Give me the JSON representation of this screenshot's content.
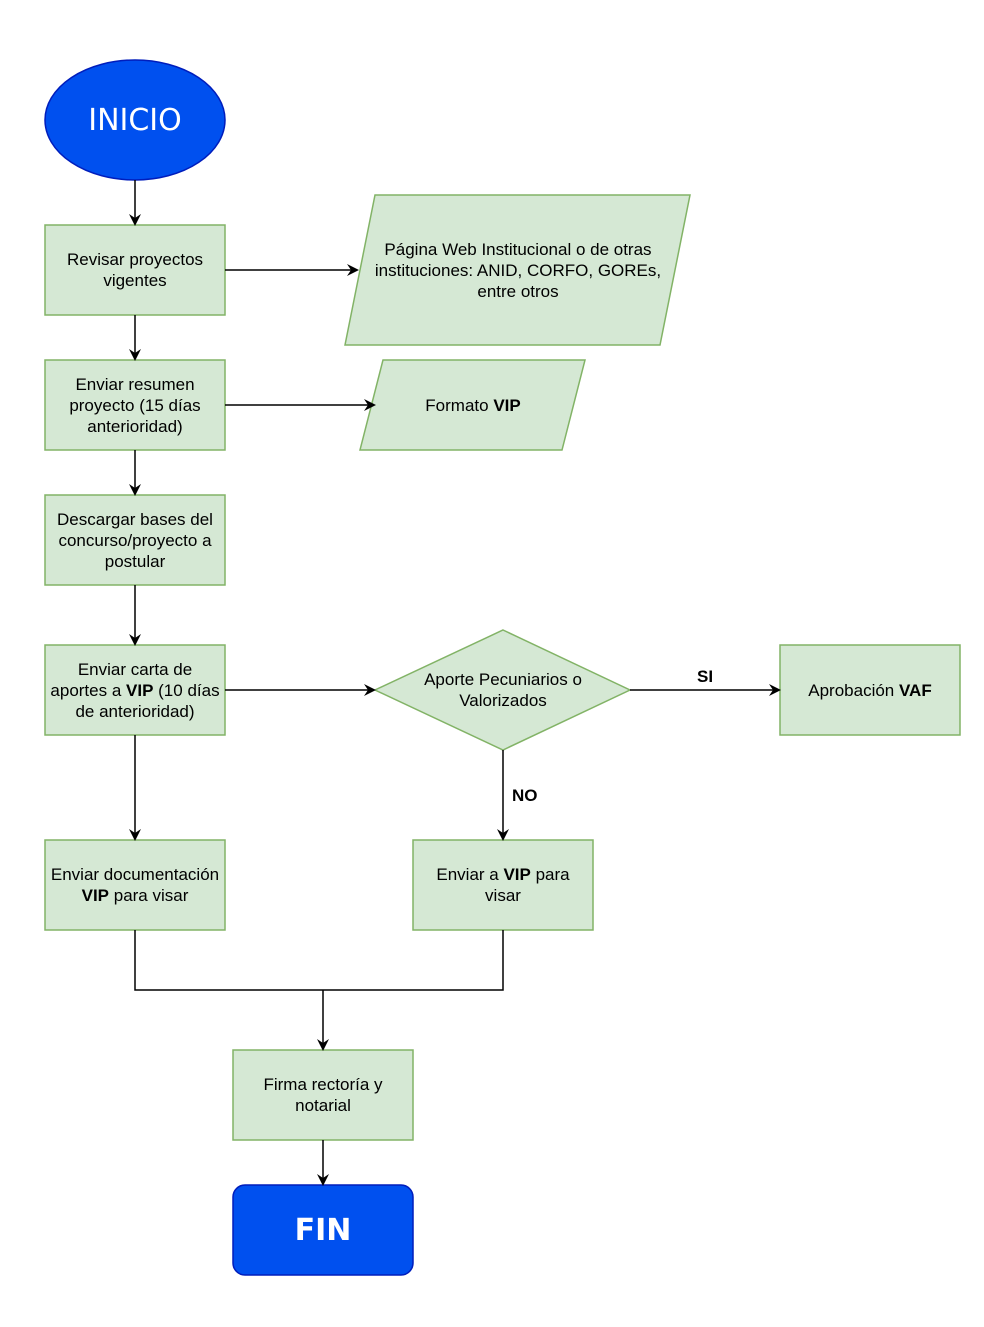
{
  "colors": {
    "process_fill": "#d5e8d4",
    "process_stroke": "#82b366",
    "terminal_fill": "#0050ef",
    "terminal_stroke": "#001dbc",
    "line": "#000000"
  },
  "nodes": {
    "inicio": {
      "label": "INICIO"
    },
    "revisar": {
      "label": "Revisar proyectos vigentes"
    },
    "pagina_web": {
      "label": "Página Web Institucional o de otras instituciones: ANID, CORFO, GOREs, entre otros"
    },
    "enviar_resumen": {
      "label": "Enviar resumen proyecto (15 días anterioridad)"
    },
    "formato": {
      "pre": "Formato ",
      "bold": "VIP"
    },
    "descargar": {
      "label": "Descargar bases del concurso/proyecto a postular"
    },
    "enviar_carta": {
      "pre": "Enviar carta de aportes a ",
      "bold": "VIP",
      "post": " (10 días de anterioridad)"
    },
    "aporte": {
      "label": "Aporte Pecuniarios o Valorizados"
    },
    "aprobacion": {
      "pre": "Aprobación ",
      "bold": "VAF"
    },
    "enviar_doc": {
      "pre": "Enviar documentación ",
      "bold": "VIP",
      "post": " para visar"
    },
    "enviar_vip": {
      "pre": "Enviar a ",
      "bold": "VIP",
      "post": " para visar"
    },
    "firma": {
      "label": "Firma rectoría y notarial"
    },
    "fin": {
      "label": "FIN"
    }
  },
  "edge_labels": {
    "si": "SI",
    "no": "NO"
  }
}
